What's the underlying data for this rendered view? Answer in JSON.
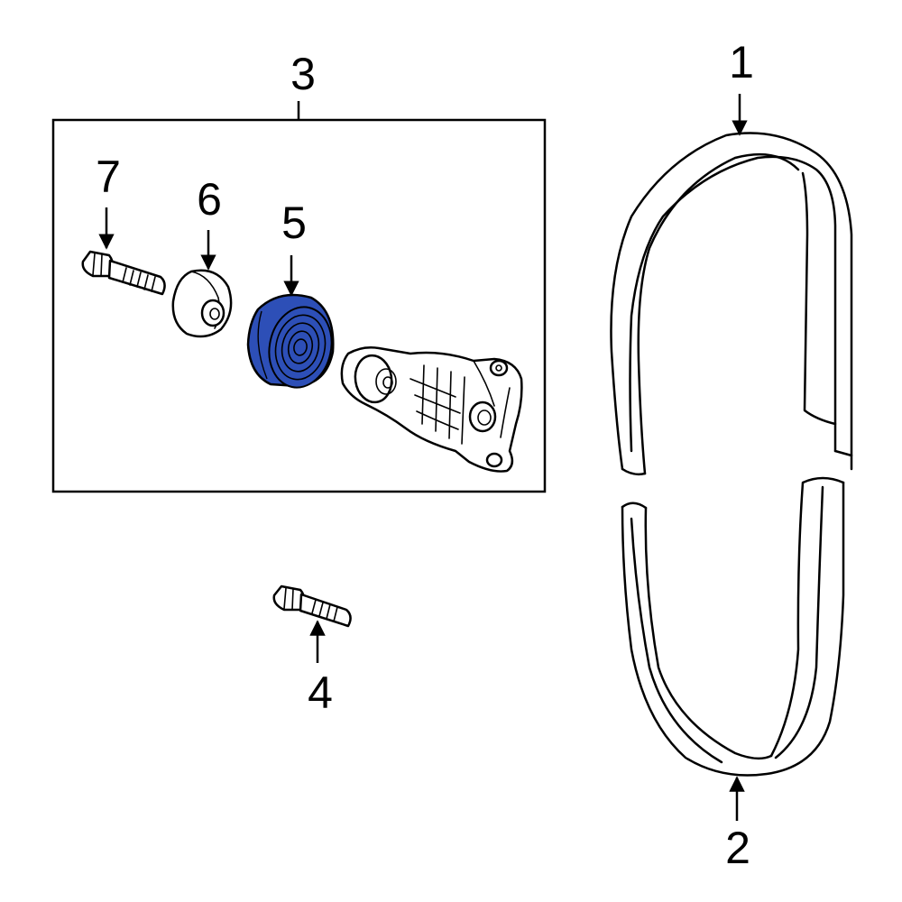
{
  "callouts": {
    "c1": "1",
    "c2": "2",
    "c3": "3",
    "c4": "4",
    "c5": "5",
    "c6": "6",
    "c7": "7"
  },
  "colors": {
    "highlight": "#2D4FB7",
    "line": "#000000",
    "background": "#FFFFFF"
  }
}
